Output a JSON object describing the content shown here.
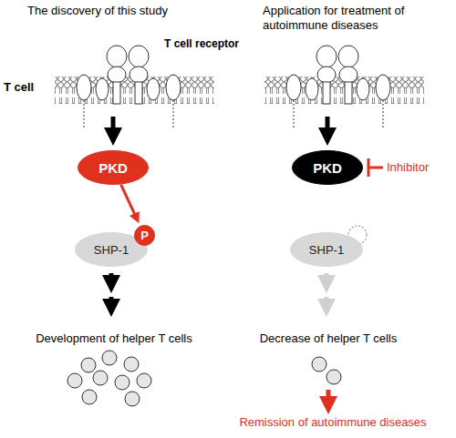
{
  "diagram": {
    "nodes": [
      {
        "text": [
          "PKD"
        ]
      },
      {
        "text": [
          "SHP-1"
        ]
      },
      {
        "text": [
          "P"
        ]
      },
      {
        "text": [
          "PKD"
        ]
      },
      {
        "text": [
          "SHP-1"
        ]
      }
    ],
    "edges": [
      {
        "from": 0,
        "to": 2,
        "arrow": "to"
      }
    ],
    "labels": [
      "The discovery of this study",
      "Application for treatment of autoimmune diseases",
      "T cell",
      "T cell receptor",
      "Development of helper T cells",
      "Inhibitor",
      "Decrease of helper T cells",
      "Remission of autoimmune diseases"
    ]
  }
}
